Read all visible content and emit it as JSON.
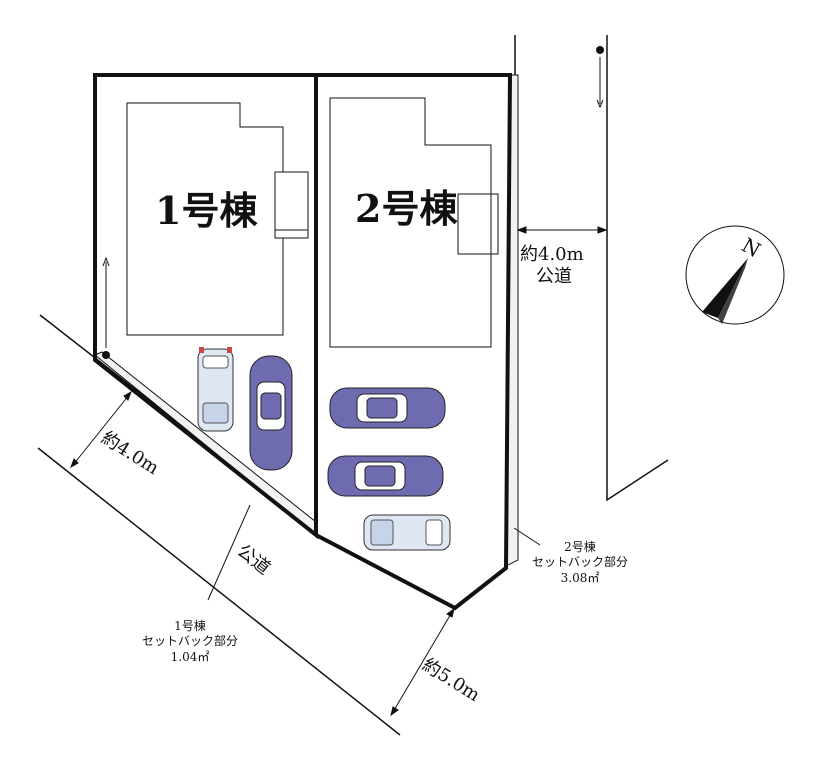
{
  "buildings": [
    {
      "label": "1号棟"
    },
    {
      "label": "2号棟"
    }
  ],
  "roads": {
    "east": {
      "width": "約4.0m",
      "label": "公道"
    },
    "southwest": {
      "width": "約4.0m",
      "label": "公道"
    },
    "south": {
      "width": "約5.0m"
    }
  },
  "setbacks": {
    "building1": {
      "line1": "1号棟",
      "line2": "セットバック部分",
      "area": "1.04㎡"
    },
    "building2": {
      "line1": "2号棟",
      "line2": "セットバック部分",
      "area": "3.08㎡"
    }
  },
  "compass": {
    "label": "N"
  },
  "colors": {
    "car_sedan": "#6f6bb0",
    "car_van": "#dfe7f3",
    "outline": "#111111"
  }
}
